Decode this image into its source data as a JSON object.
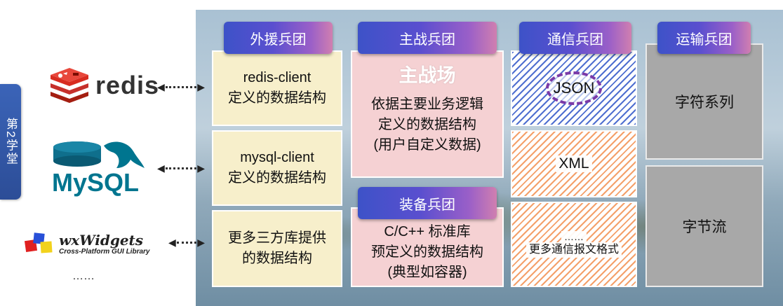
{
  "side_tab": "第2学堂",
  "libraries": {
    "redis": "redis",
    "mysql": "MySQL",
    "wx_title": "wxWidgets",
    "wx_subtitle": "Cross-Platform GUI Library",
    "more": "……"
  },
  "headers": {
    "external": "外援兵团",
    "main": "主战兵团",
    "equipment": "装备兵团",
    "comm": "通信兵团",
    "transport": "运输兵团"
  },
  "external": {
    "redis_line1": "redis-client",
    "redis_line2": "定义的数据结构",
    "mysql_line1": "mysql-client",
    "mysql_line2": "定义的数据结构",
    "more_line1": "更多三方库提供",
    "more_line2": "的数据结构"
  },
  "main": {
    "title": "主战场",
    "line1": "依据主要业务逻辑",
    "line2": "定义的数据结构",
    "line3": "(用户自定义数据)"
  },
  "equipment": {
    "line1": "C/C++ 标准库",
    "line2": "预定义的数据结构",
    "line3": "(典型如容器)"
  },
  "comm": {
    "json": "JSON",
    "xml": "XML",
    "more_dots": "……",
    "more_label": "更多通信报文格式"
  },
  "transport": {
    "chars": "字符系列",
    "bytes": "字节流"
  },
  "colors": {
    "header_start": "#3d52c8",
    "header_end": "#d07fb0",
    "redis_red": "#d82c20",
    "mysql_blue": "#00758f",
    "mysql_orange": "#f29111",
    "side_tab": "#3b64b8"
  }
}
